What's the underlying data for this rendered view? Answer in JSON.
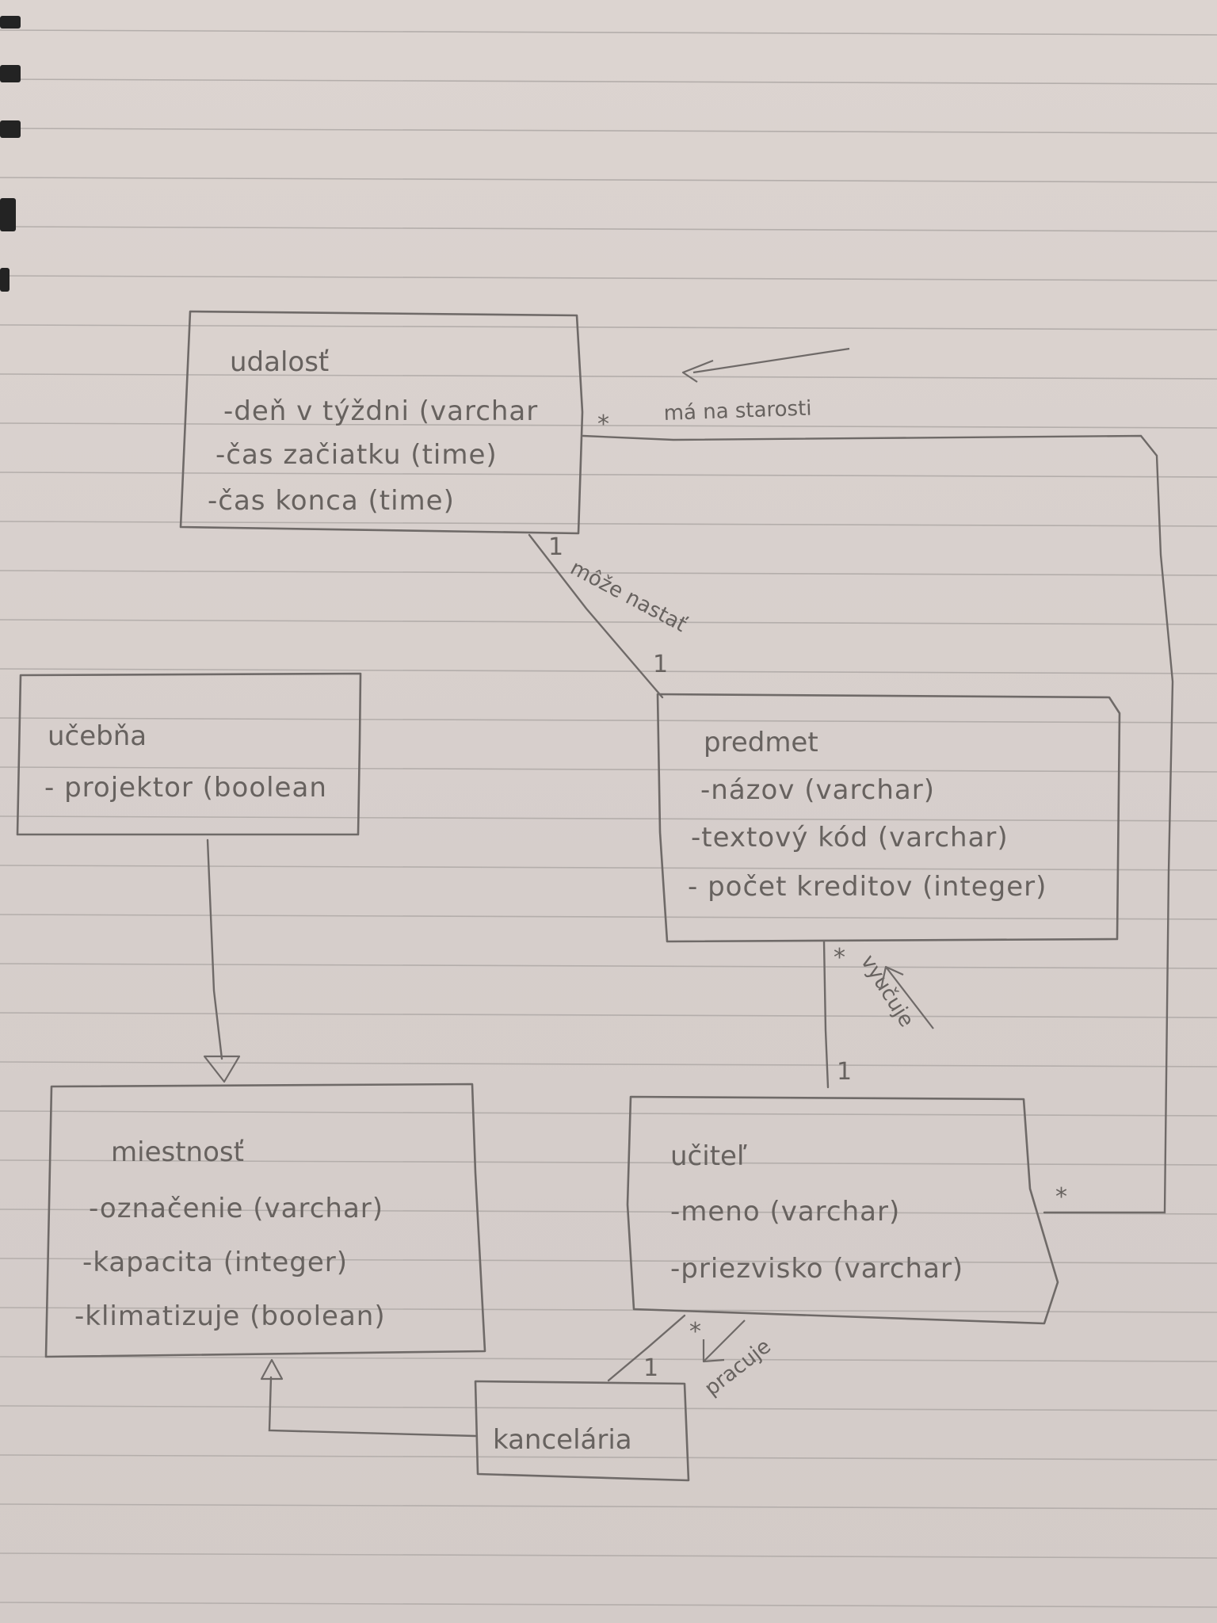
{
  "classes": {
    "udalost": {
      "name": "udalosť",
      "attributes": [
        "-deň v týždni (varchar",
        "-čas začiatku (time)",
        "-čas konca (time)"
      ]
    },
    "ucebna": {
      "name": "učebňa",
      "attributes": [
        "- projektor (boolean"
      ]
    },
    "predmet": {
      "name": "predmet",
      "attributes": [
        "-názov  (varchar)",
        "-textový kód (varchar)",
        "- počet kreditov (integer)"
      ]
    },
    "miestnost": {
      "name": "miestnosť",
      "attributes": [
        "-označenie (varchar)",
        "-kapacita (integer)",
        "-klimatizuje (boolean)"
      ]
    },
    "ucitel": {
      "name": "učiteľ",
      "attributes": [
        "-meno (varchar)",
        "-priezvisko (varchar)"
      ]
    },
    "kancelaria": {
      "name": "kancelária",
      "attributes": []
    }
  },
  "associations": {
    "ma_na_starosti": {
      "label": "má na starosti",
      "mult_udalost": "*",
      "mult_ucitel": "*"
    },
    "moze_nastat": {
      "label": "môže nastať",
      "mult_udalost": "1",
      "mult_predmet": "1"
    },
    "vyucuje": {
      "label": "vyučuje",
      "mult_predmet": "*",
      "mult_ucitel": "1"
    },
    "pracuje": {
      "label": "pracuje",
      "mult_ucitel": "*",
      "mult_kancelaria": "1"
    }
  },
  "generalizations": [
    {
      "child": "učebňa",
      "parent": "miestnosť"
    },
    {
      "child": "kancelária",
      "parent": "miestnosť"
    }
  ],
  "colors": {
    "pencil": "#6f6a68",
    "paper": "#d9d1cd",
    "rule": "#b4aeab"
  }
}
